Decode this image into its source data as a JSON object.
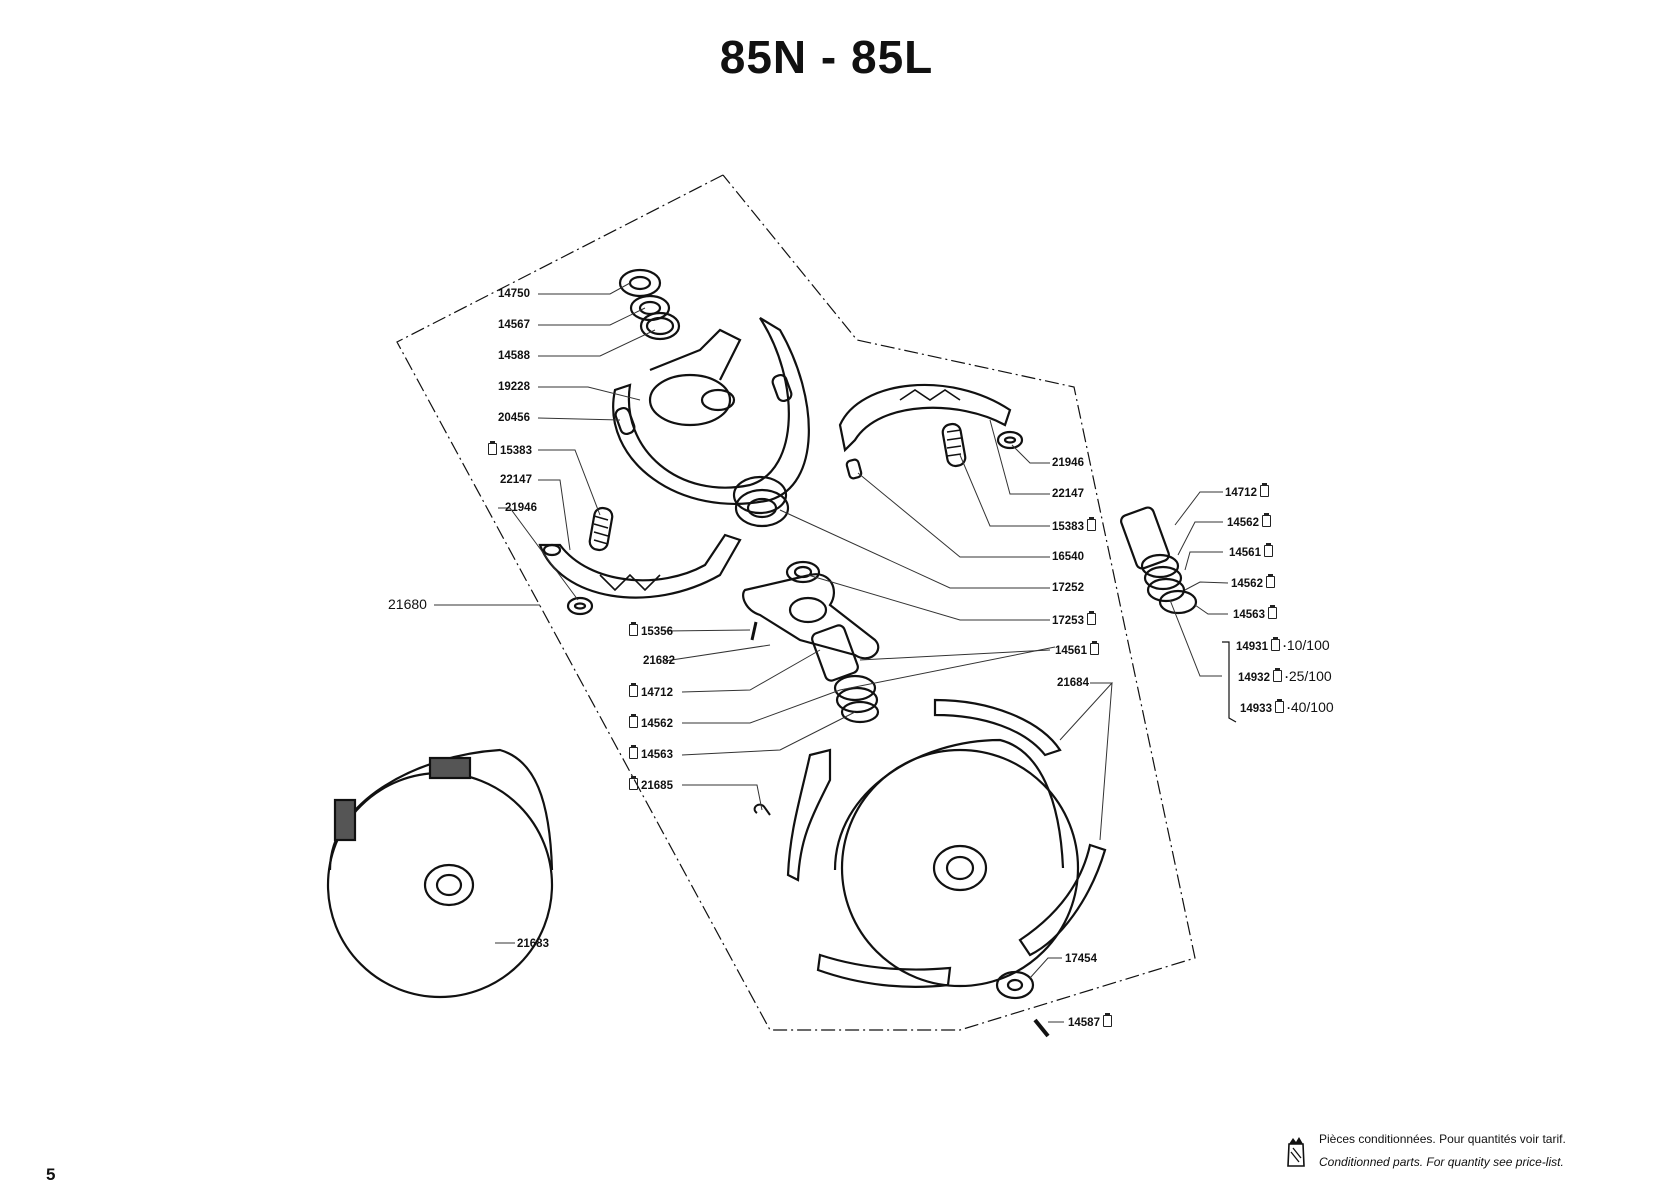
{
  "title": "85N - 85L",
  "page_number": "5",
  "legend": {
    "icon": "conditioned-parts-bag-icon",
    "french": "Pièces conditionnées. Pour quantités voir tarif.",
    "english": "Conditionned parts. For quantity see price-list."
  },
  "parts": [
    {
      "id": "p14750",
      "number": "14750",
      "conditioned": false
    },
    {
      "id": "p14567",
      "number": "14567",
      "conditioned": false
    },
    {
      "id": "p14588",
      "number": "14588",
      "conditioned": false
    },
    {
      "id": "p19228",
      "number": "19228",
      "conditioned": false
    },
    {
      "id": "p20456",
      "number": "20456",
      "conditioned": false
    },
    {
      "id": "p15383a",
      "number": "15383",
      "conditioned": true
    },
    {
      "id": "p22147a",
      "number": "22147",
      "conditioned": false
    },
    {
      "id": "p21946a",
      "number": "21946",
      "conditioned": false
    },
    {
      "id": "p21680",
      "number": "21680",
      "conditioned": false
    },
    {
      "id": "p15356",
      "number": "15356",
      "conditioned": true
    },
    {
      "id": "p21682",
      "number": "21682",
      "conditioned": false
    },
    {
      "id": "p14712a",
      "number": "14712",
      "conditioned": true
    },
    {
      "id": "p14562a",
      "number": "14562",
      "conditioned": true
    },
    {
      "id": "p14563a",
      "number": "14563",
      "conditioned": true
    },
    {
      "id": "p21685",
      "number": "21685",
      "conditioned": true
    },
    {
      "id": "p21683",
      "number": "21683",
      "conditioned": false
    },
    {
      "id": "p21946b",
      "number": "21946",
      "conditioned": false
    },
    {
      "id": "p22147b",
      "number": "22147",
      "conditioned": false
    },
    {
      "id": "p15383b",
      "number": "15383",
      "conditioned": true
    },
    {
      "id": "p16540",
      "number": "16540",
      "conditioned": false
    },
    {
      "id": "p17252",
      "number": "17252",
      "conditioned": false
    },
    {
      "id": "p17253",
      "number": "17253",
      "conditioned": true
    },
    {
      "id": "p14561a",
      "number": "14561",
      "conditioned": true
    },
    {
      "id": "p21684",
      "number": "21684",
      "conditioned": false
    },
    {
      "id": "p17454",
      "number": "17454",
      "conditioned": false
    },
    {
      "id": "p14587",
      "number": "14587",
      "conditioned": true
    },
    {
      "id": "p14712b",
      "number": "14712",
      "conditioned": true
    },
    {
      "id": "p14562b",
      "number": "14562",
      "conditioned": true
    },
    {
      "id": "p14561b",
      "number": "14561",
      "conditioned": true
    },
    {
      "id": "p14562c",
      "number": "14562",
      "conditioned": true
    },
    {
      "id": "p14563b",
      "number": "14563",
      "conditioned": true
    },
    {
      "id": "p14931",
      "number": "14931",
      "conditioned": true,
      "variant": "10/100"
    },
    {
      "id": "p14932",
      "number": "14932",
      "conditioned": true,
      "variant": "25/100"
    },
    {
      "id": "p14933",
      "number": "14933",
      "conditioned": true,
      "variant": "40/100"
    }
  ]
}
